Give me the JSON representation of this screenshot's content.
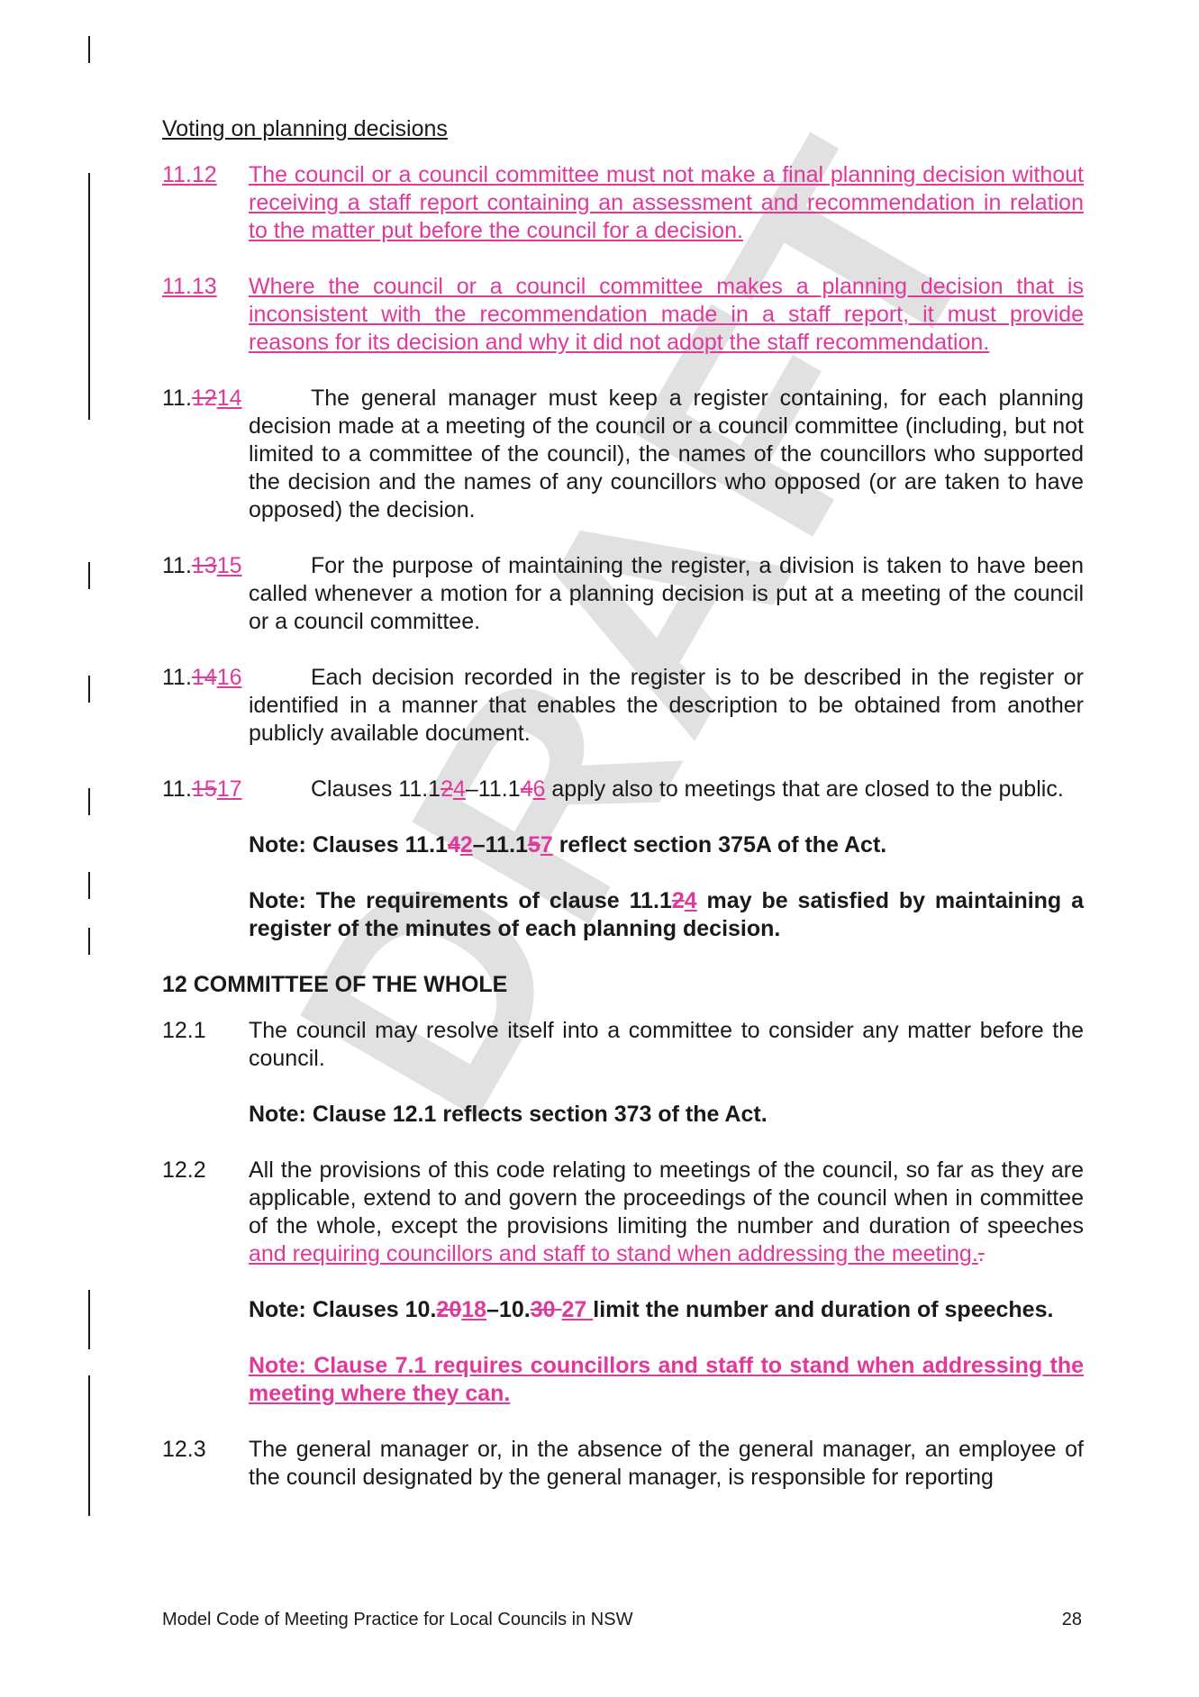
{
  "heading": "Voting on planning decisions",
  "c1112": {
    "num": "11.12",
    "text": "The council or a council committee must not make a final planning decision without receiving a staff report containing an assessment and recommendation in relation to the matter put before the council for a decision."
  },
  "c1113": {
    "num": "11.13",
    "text": "Where the council or a council committee makes a planning decision that is inconsistent with the recommendation made in a staff report, it must provide reasons for its decision and why it did not adopt the staff recommendation."
  },
  "c1114": {
    "prefix": "11.",
    "del": "12",
    "ins": "14",
    "text": "The general manager must keep a register containing, for each planning decision made at a meeting of the council or a council committee (including, but not limited to a committee of the council), the names of the councillors who supported the decision and the names of any councillors who opposed (or are taken to have opposed) the decision."
  },
  "c1115": {
    "prefix": "11.",
    "del": "13",
    "ins": "15",
    "text": "For the purpose of maintaining the register, a division is taken to have been called whenever a motion for a planning decision is put at a meeting of the council or a council committee."
  },
  "c1116": {
    "prefix": "11.",
    "del": "14",
    "ins": "16",
    "text": "Each decision recorded in the register is to be described in the register or identified in a manner that enables the description to be obtained from another publicly available document."
  },
  "c1117": {
    "prefix": "11.",
    "del": "15",
    "ins": "17",
    "t1": "Clauses 11.1",
    "d1": "2",
    "i1": "4",
    "t2": "–11.1",
    "d2": "4",
    "i2": "6",
    "t3": " apply also to meetings that are closed to the public."
  },
  "note1": {
    "t1": "Note: Clauses 11.1",
    "d1": "4",
    "i1": "2",
    "t2": "–11.1",
    "d2": "5",
    "i2": "7",
    "t3": " reflect section 375A of the Act."
  },
  "note2": {
    "t1": "Note: The requirements of clause 11.1",
    "d1": "2",
    "i1": "4",
    "t2": " may be satisfied by maintaining a register of the minutes of each planning decision."
  },
  "section12": "12   COMMITTEE OF THE WHOLE",
  "c121": {
    "num": "12.1",
    "text": "The council may resolve itself into a committee to consider any matter before the council."
  },
  "note3": "Note: Clause 12.1 reflects section 373 of the Act.",
  "c122": {
    "num": "12.2",
    "text": "All the provisions of this code relating to meetings of the council, so far as they are applicable, extend to and govern the proceedings of the council when in committee of the whole, except the provisions limiting the number and duration of speeches",
    "ins": " and requiring councillors and staff to stand when addressing the meeting.",
    "del": "."
  },
  "note4": {
    "t1": "Note: Clauses 10.",
    "d1": "20",
    "i1": "18",
    "t2": "–10.",
    "d2": "30 ",
    "i2": " 27 ",
    "t3": "limit the number and duration of speeches."
  },
  "note5": "Note: Clause 7.1 requires councillors and staff to stand when addressing the meeting where they can.",
  "c123": {
    "num": "12.3",
    "text": "The general manager or, in the absence of the general manager, an employee of the council designated by the general manager, is responsible for reporting"
  },
  "footer": {
    "title": "Model Code of Meeting Practice for Local Councils in NSW",
    "page": "28"
  },
  "watermark": "DRAFT",
  "colors": {
    "insert": "#e0399c",
    "text": "#1a1a1a",
    "watermark": "#dcdcdc"
  }
}
